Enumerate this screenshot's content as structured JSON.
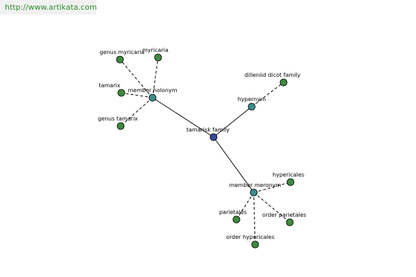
{
  "site": {
    "url": "http://www.artikata.com"
  },
  "colors": {
    "root_node": "#3a4a9a",
    "relation_node": "#3c8c8c",
    "leaf_node": "#3f8a3f",
    "url_text": "#2f8f2f"
  },
  "graph": {
    "nodes": {
      "root": {
        "label": "tamarisk family",
        "kind": "root"
      },
      "member_holonym": {
        "label": "member holonym",
        "kind": "relation"
      },
      "hypernym": {
        "label": "hypernym",
        "kind": "relation"
      },
      "member_meronym": {
        "label": "member meronym",
        "kind": "relation"
      },
      "genus_myricaria": {
        "label": "genus myricaria",
        "kind": "leaf"
      },
      "myricaria": {
        "label": "myricaria",
        "kind": "leaf"
      },
      "tamarix": {
        "label": "tamarix",
        "kind": "leaf"
      },
      "genus_tamarix": {
        "label": "genus tamarix",
        "kind": "leaf"
      },
      "dilleniid_dicot_family": {
        "label": "dilleniid dicot family",
        "kind": "leaf"
      },
      "hypericales": {
        "label": "hypericales",
        "kind": "leaf"
      },
      "parietales": {
        "label": "parietales",
        "kind": "leaf"
      },
      "order_parietales": {
        "label": "order parietales",
        "kind": "leaf"
      },
      "order_hypericales": {
        "label": "order hypericales",
        "kind": "leaf"
      }
    },
    "edges": [
      {
        "from": "root",
        "to": "member_holonym",
        "style": "solid"
      },
      {
        "from": "root",
        "to": "hypernym",
        "style": "solid"
      },
      {
        "from": "root",
        "to": "member_meronym",
        "style": "solid"
      },
      {
        "from": "member_holonym",
        "to": "genus_myricaria",
        "style": "dashed"
      },
      {
        "from": "member_holonym",
        "to": "myricaria",
        "style": "dashed"
      },
      {
        "from": "member_holonym",
        "to": "tamarix",
        "style": "dashed"
      },
      {
        "from": "member_holonym",
        "to": "genus_tamarix",
        "style": "dashed"
      },
      {
        "from": "hypernym",
        "to": "dilleniid_dicot_family",
        "style": "dashed"
      },
      {
        "from": "member_meronym",
        "to": "hypericales",
        "style": "dashed"
      },
      {
        "from": "member_meronym",
        "to": "parietales",
        "style": "dashed"
      },
      {
        "from": "member_meronym",
        "to": "order_parietales",
        "style": "dashed"
      },
      {
        "from": "member_meronym",
        "to": "order_hypericales",
        "style": "dashed"
      }
    ]
  }
}
